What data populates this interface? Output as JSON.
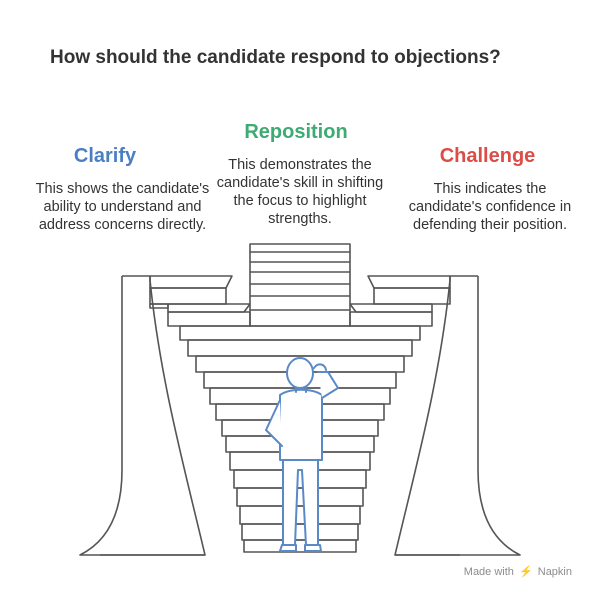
{
  "title": "How should the candidate respond to objections?",
  "options": [
    {
      "title": "Clarify",
      "color": "#4a7fc4",
      "desc": "This shows the candidate's ability to understand and address concerns directly."
    },
    {
      "title": "Reposition",
      "color": "#3dab73",
      "desc": "This demonstrates the candidate's skill in shifting the focus to highlight strengths."
    },
    {
      "title": "Challenge",
      "color": "#dc4d47",
      "desc": "This indicates the candidate's confidence in defending their position."
    }
  ],
  "footer": {
    "prefix": "Made with",
    "brand": "Napkin",
    "icon": "napkin-bolt-icon"
  },
  "colors": {
    "line": "#555555",
    "figure": "#5a89c8"
  }
}
